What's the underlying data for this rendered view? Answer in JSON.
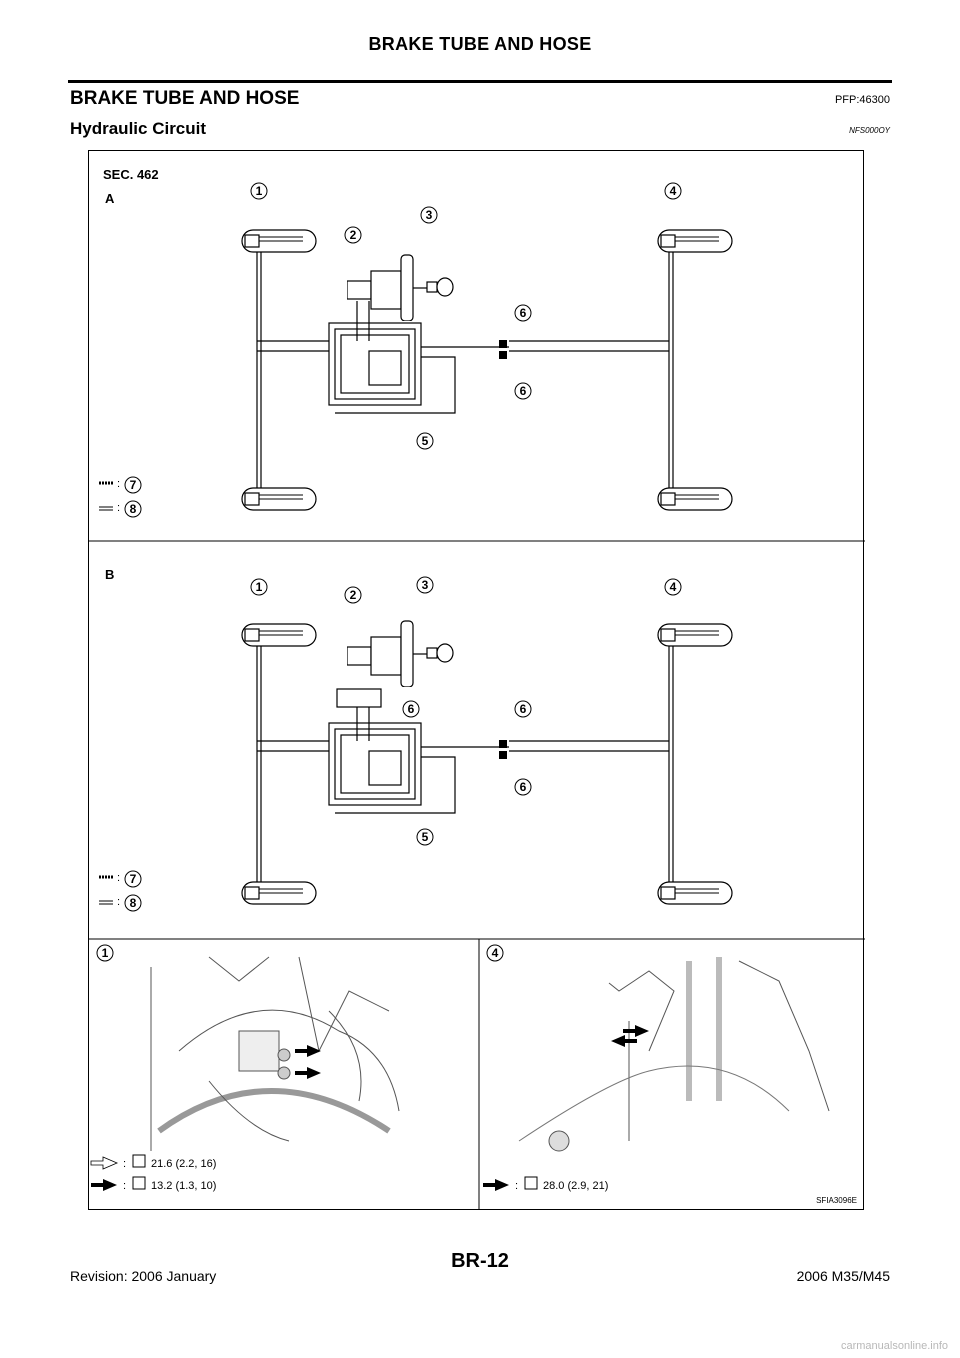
{
  "header": {
    "running_title": "BRAKE TUBE AND HOSE",
    "section_title": "BRAKE TUBE AND HOSE",
    "section_code": "PFP:46300",
    "subsection_title": "Hydraulic Circuit",
    "subsection_code": "NFS000OY"
  },
  "figure": {
    "sec_label": "SEC. 462",
    "panel_a_label": "A",
    "panel_b_label": "B",
    "legend_colon": ":",
    "callouts": [
      "1",
      "2",
      "3",
      "4",
      "5",
      "6",
      "7",
      "8"
    ],
    "detail_1_callout": "1",
    "detail_4_callout": "4",
    "torque_1a": "21.6 (2.2, 16)",
    "torque_1b": "13.2 (1.3, 10)",
    "torque_4": "28.0 (2.9, 21)",
    "figure_code": "SFIA3096E"
  },
  "footer": {
    "revision": "Revision: 2006 January",
    "page": "BR-12",
    "model": "2006 M35/M45"
  },
  "watermark": "carmanualsonline.info"
}
